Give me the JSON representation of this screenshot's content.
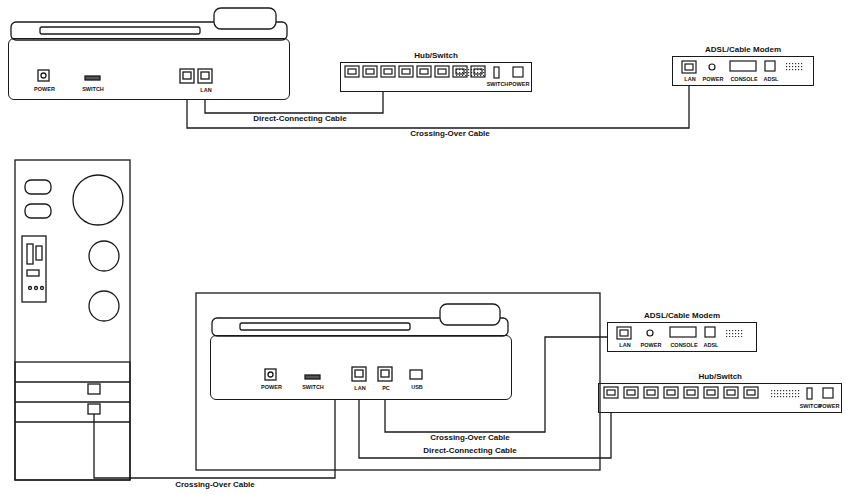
{
  "diagram": {
    "nodes": [
      {
        "text": [
          "POWER",
          "SWITCH",
          "LAN"
        ]
      },
      {
        "text": [
          "Hub/Switch",
          "SWITCH",
          "POWER"
        ]
      },
      {
        "text": [
          "ADSL/Cable Modem",
          "LAN",
          "POWER",
          "CONSOLE",
          "ADSL"
        ]
      },
      {
        "text": [
          "POWER",
          "SWITCH",
          "LAN",
          "PC",
          "USB"
        ]
      },
      {
        "text": [
          "ADSL/Cable Modem",
          "LAN",
          "POWER",
          "CONSOLE",
          "ADSL"
        ]
      },
      {
        "text": [
          "Hub/Switch",
          "SWITCH",
          "POWER"
        ]
      }
    ],
    "edges": [
      {
        "from": 0,
        "to": 1,
        "label": "Direct-Connecting Cable",
        "arrow": "none"
      },
      {
        "from": 0,
        "to": 2,
        "label": "Crossing-Over Cable",
        "arrow": "none"
      },
      {
        "from": 3,
        "to": 4,
        "label": "Crossing-Over Cable",
        "arrow": "none"
      },
      {
        "from": 3,
        "to": 5,
        "label": "Direct-Connecting Cable",
        "arrow": "none"
      }
    ],
    "labels": [
      "Crossing-Over Cable"
    ]
  }
}
